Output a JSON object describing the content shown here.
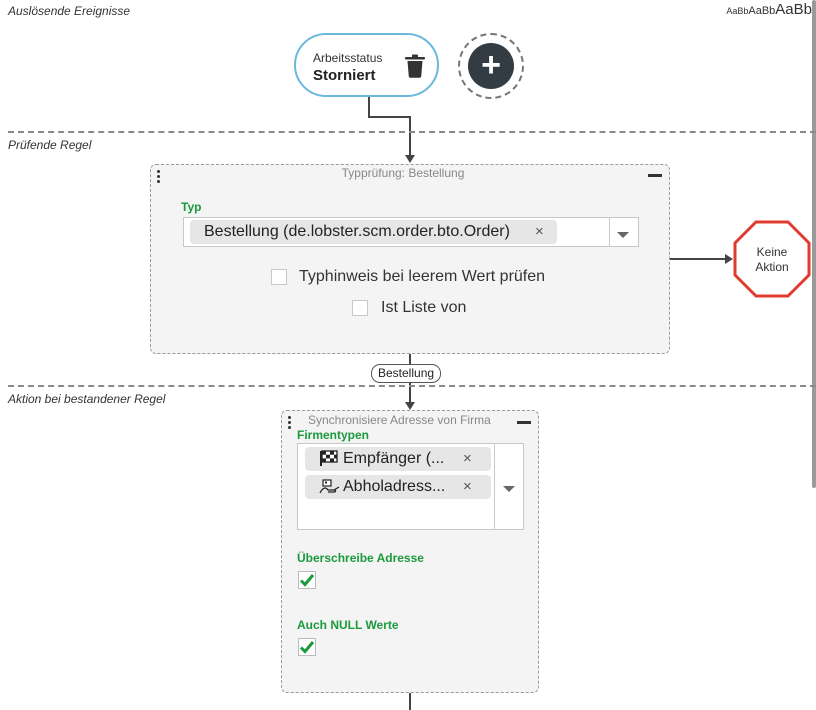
{
  "sections": {
    "triggers": "Auslösende Ereignisse",
    "checking_rule": "Prüfende Regel",
    "action": "Aktion bei bestandener Regel"
  },
  "font_sizes": {
    "small": "AaBb",
    "medium": "AaBb",
    "large": "AaBb"
  },
  "event": {
    "label": "Arbeitsstatus",
    "value": "Storniert",
    "icon": "trash-icon"
  },
  "add_button": {
    "icon": "plus-icon"
  },
  "type_check": {
    "title": "Typprüfung: Bestellung",
    "field_label": "Typ",
    "chip_value": "Bestellung (de.lobster.scm.order.bto.Order)",
    "chip_remove": "×",
    "checkbox_1": "Typhinweis bei leerem Wert prüfen",
    "checkbox_2": "Ist Liste von"
  },
  "no_action": {
    "line1": "Keine",
    "line2": "Aktion",
    "color": "#e03b2f"
  },
  "connector_label": "Bestellung",
  "sync": {
    "title": "Synchronisiere Adresse von Firma",
    "field_label": "Firmentypen",
    "chips": [
      {
        "label": "Empfänger (...",
        "icon": "flag-icon",
        "remove": "×"
      },
      {
        "label": "Abholadress...",
        "icon": "pickup-icon",
        "remove": "×"
      }
    ],
    "overwrite_label": "Überschreibe Adresse",
    "overwrite_checked": true,
    "null_label": "Auch NULL Werte",
    "null_checked": true
  },
  "colors": {
    "accent_green": "#1a9a3c",
    "event_border": "#6bb8dd",
    "add_button": "#333c42"
  }
}
